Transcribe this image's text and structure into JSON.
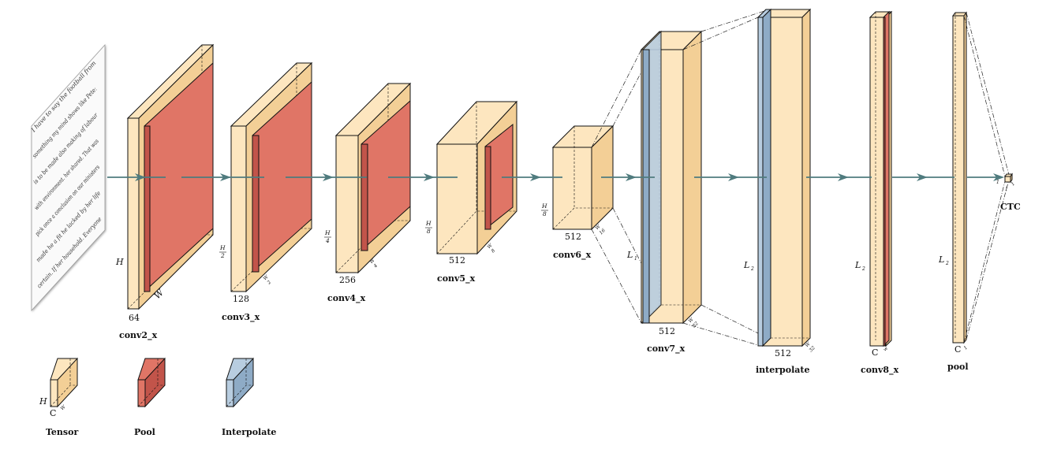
{
  "colors": {
    "tensor": "#fde6bf",
    "tensor_dark": "#f3cf96",
    "pool": "#e07566",
    "pool_dark": "#c2544a",
    "interpolate": "#b8cde0",
    "interpolate_dark": "#8eabc6",
    "arrow": "#4f7b7e"
  },
  "input": {
    "handwriting": [
      "I have to say the football from",
      "something my mind shows like Pete:",
      "is to be made also making of labour",
      "with environment. her shared. That was",
      "pick once a conclusion on our ministers",
      "made he a fit he lacked by her life",
      "certain. If her household. Everyone"
    ]
  },
  "blocks": {
    "conv2": {
      "caption": "conv2_x",
      "height": "H",
      "width": "W",
      "channels": "64"
    },
    "conv3": {
      "caption": "conv3_x",
      "height_num": "H",
      "height_den": "2",
      "width_num": "W",
      "width_den": "2",
      "channels": "128"
    },
    "conv4": {
      "caption": "conv4_x",
      "height_num": "H",
      "height_den": "4",
      "width_num": "W",
      "width_den": "4",
      "channels": "256"
    },
    "conv5": {
      "caption": "conv5_x",
      "height_num": "H",
      "height_den": "8",
      "width_num": "W",
      "width_den": "8",
      "channels": "512"
    },
    "conv6": {
      "caption": "conv6_x",
      "height_num": "H",
      "height_den": "8",
      "width_num": "W",
      "width_den": "16",
      "channels": "512"
    },
    "conv7": {
      "caption": "conv7_x",
      "height": "L",
      "height_sub": "1",
      "width_num": "W",
      "width_den": "32",
      "channels": "512"
    },
    "interpolate": {
      "caption": "interpolate",
      "height": "L",
      "height_sub": "2",
      "width_num": "W",
      "width_den": "32",
      "channels": "512"
    },
    "conv8": {
      "caption": "conv8_x",
      "height": "L",
      "height_sub": "2",
      "channels": "C",
      "width": "w"
    },
    "pool": {
      "caption": "pool",
      "height": "L",
      "height_sub": "2",
      "channels": "C",
      "width": "1"
    },
    "ctc": {
      "caption": "CTC",
      "a": "1",
      "b": "1",
      "c": "1"
    }
  },
  "legend": [
    {
      "label": "Tensor",
      "kind": "tensor",
      "dim_h": "H",
      "dim_c": "C",
      "dim_w": "W"
    },
    {
      "label": "Pool",
      "kind": "pool"
    },
    {
      "label": "Interpolate",
      "kind": "interpolate"
    }
  ]
}
